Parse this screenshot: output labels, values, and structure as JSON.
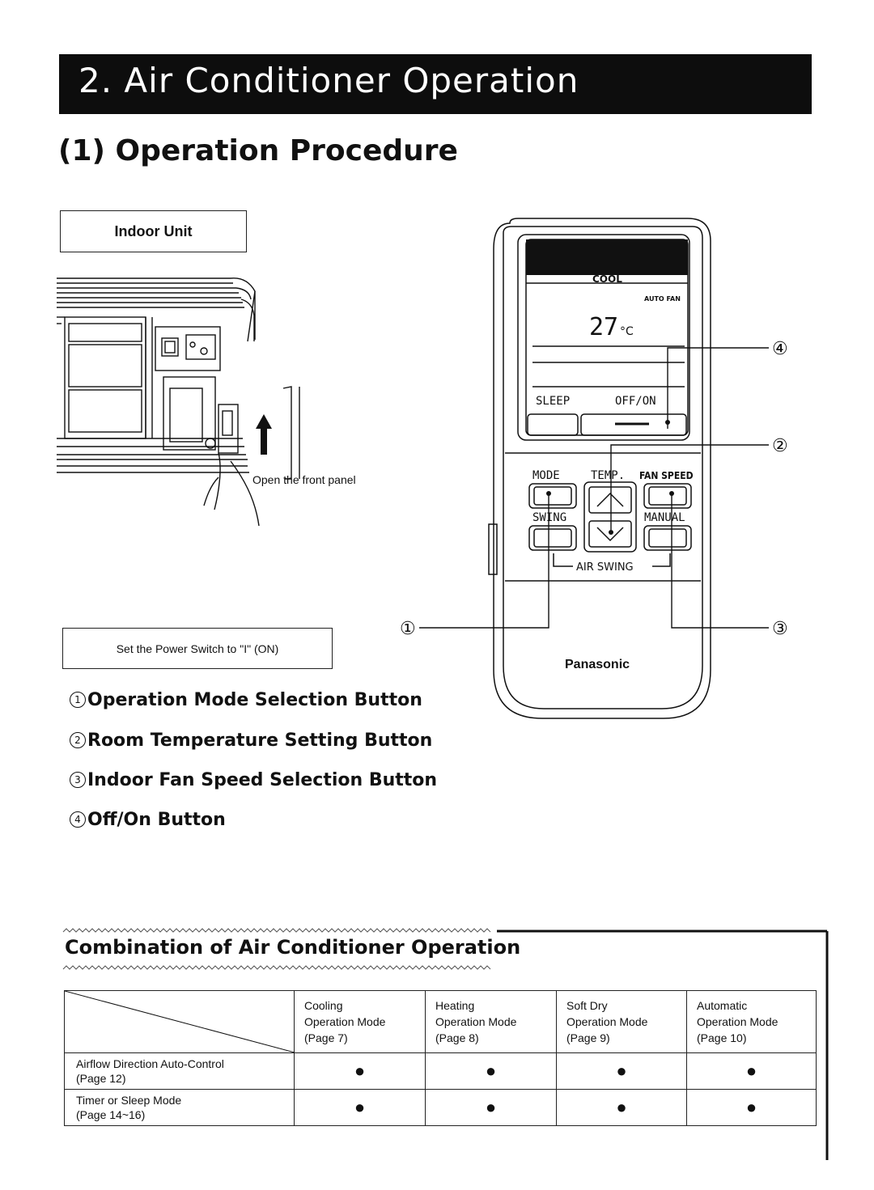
{
  "section": {
    "title": "2. Air Conditioner Operation"
  },
  "subsection": {
    "title": "(1) Operation Procedure"
  },
  "indoor": {
    "label": "Indoor Unit",
    "front_panel_caption": "Open the front panel",
    "power_switch_note": "Set the Power Switch to \"I\" (ON)"
  },
  "remote": {
    "display": {
      "mode_text": "COOL",
      "fan_text": "AUTO FAN",
      "temperature": "27",
      "unit": "°C",
      "sleep_label": "SLEEP",
      "offon_label": "OFF/ON"
    },
    "buttons": {
      "mode": "MODE",
      "temp": "TEMP.",
      "fan_speed": "FAN SPEED",
      "swing": "SWING",
      "manual": "MANUAL",
      "air_swing": "AIR SWING"
    },
    "brand": "Panasonic"
  },
  "callouts": [
    "①",
    "②",
    "③",
    "④"
  ],
  "legend": [
    {
      "num": "1",
      "label": "Operation Mode Selection Button"
    },
    {
      "num": "2",
      "label": "Room Temperature Setting Button"
    },
    {
      "num": "3",
      "label": "Indoor Fan Speed Selection Button"
    },
    {
      "num": "4",
      "label": "Off/On Button"
    }
  ],
  "combination": {
    "title": "Combination of Air Conditioner Operation",
    "columns": [
      "Cooling\nOperation Mode\n(Page 7)",
      "Heating\nOperation Mode\n(Page 8)",
      "Soft Dry\nOperation Mode\n(Page 9)",
      "Automatic\nOperation Mode\n(Page 10)"
    ],
    "rows": [
      {
        "label": "Airflow Direction Auto-Control\n(Page 12)",
        "cells": [
          "●",
          "●",
          "●",
          "●"
        ]
      },
      {
        "label": "Timer or Sleep Mode\n(Page 14~16)",
        "cells": [
          "●",
          "●",
          "●",
          "●"
        ]
      }
    ]
  }
}
